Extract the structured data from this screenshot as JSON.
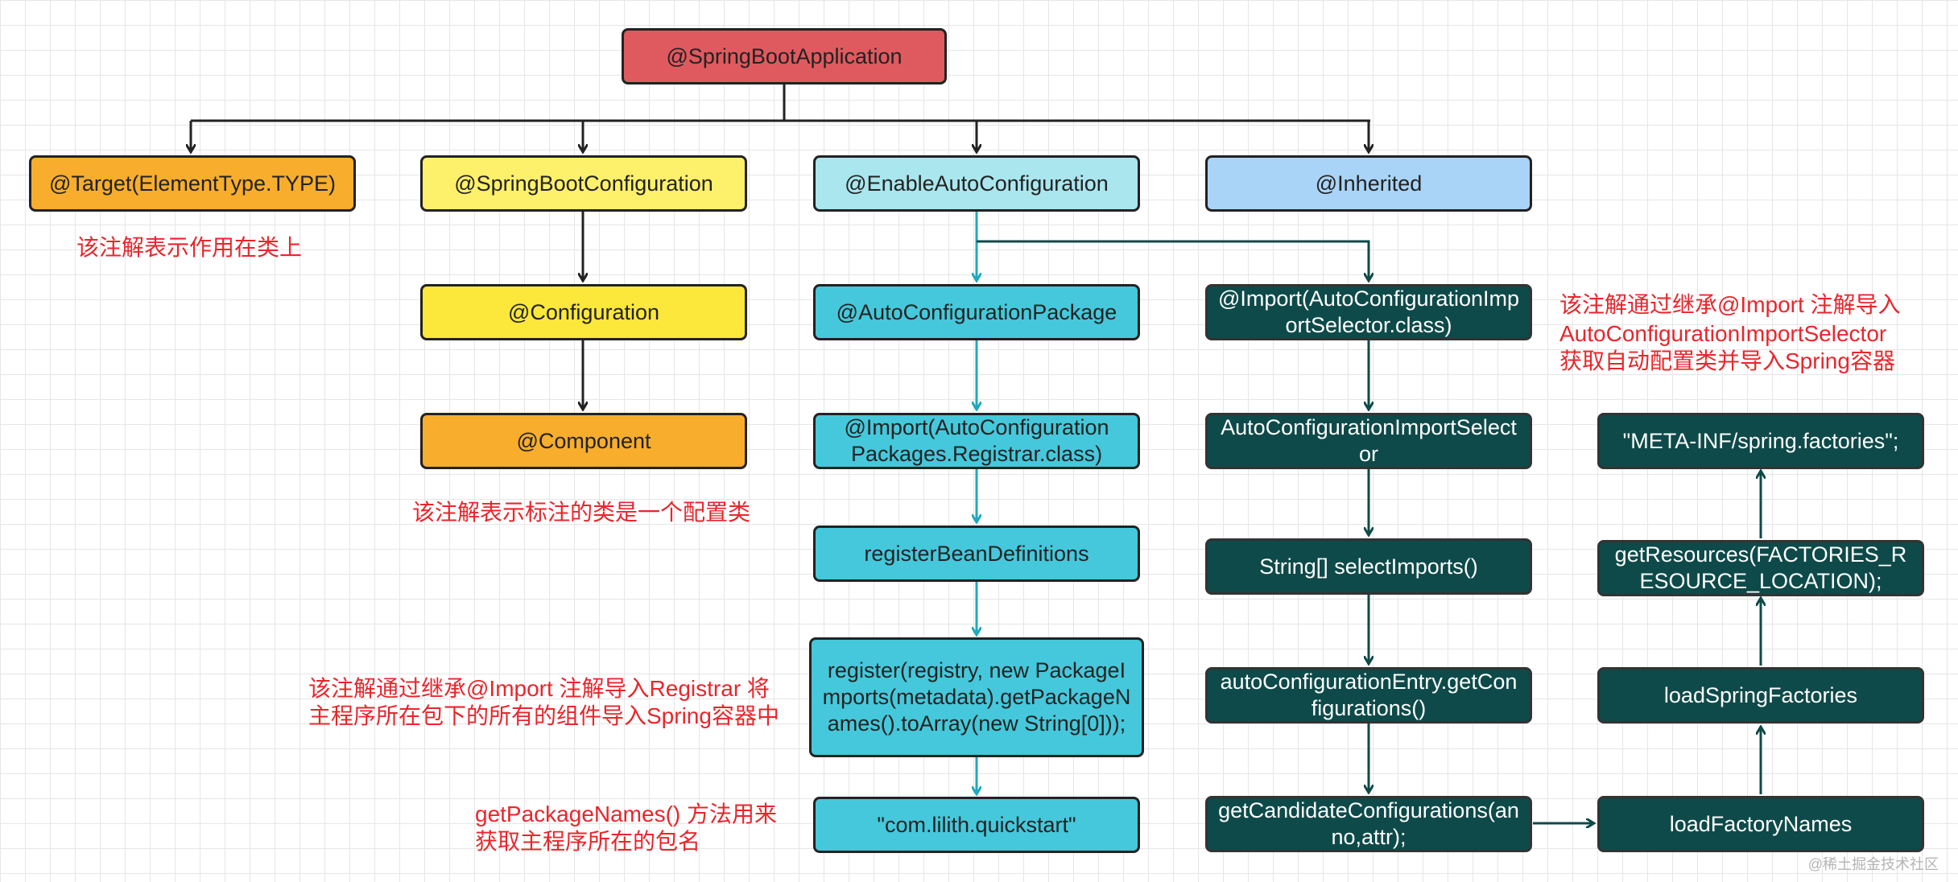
{
  "nodes": {
    "springboot_application": "@SpringBootApplication",
    "target": "@Target(ElementType.TYPE)",
    "springboot_configuration": "@SpringBootConfiguration",
    "enable_auto_configuration": "@EnableAutoConfiguration",
    "inherited": "@Inherited",
    "configuration": "@Configuration",
    "component": "@Component",
    "auto_configuration_package": "@AutoConfigurationPackage",
    "import_registrar": "@Import(AutoConfiguration Packages.Registrar.class)",
    "register_bean_definitions": "registerBeanDefinitions",
    "register_call": "register(registry, new PackageImports(metadata).getPackageNames().toArray(new String[0]));",
    "package_name": "\"com.lilith.quickstart\"",
    "import_selector": "@Import(AutoConfigurationImportSelector.class)",
    "import_selector_class": "AutoConfigurationImportSelector",
    "select_imports": "String[] selectImports()",
    "get_configurations": "autoConfigurationEntry.getConfigurations()",
    "get_candidate_configurations": "getCandidateConfigurations(anno,attr);",
    "load_factory_names": "loadFactoryNames",
    "load_spring_factories": "loadSpringFactories",
    "get_resources": "getResources(FACTORIES_RESOURCE_LOCATION);",
    "meta_inf": "\"META-INF/spring.factories\";"
  },
  "notes": {
    "target_note": "该注解表示作用在类上",
    "component_note": "该注解表示标注的类是一个配置类",
    "registrar_note_line1": "该注解通过继承@Import 注解导入Registrar 将",
    "registrar_note_line2": "主程序所在包下的所有的组件导入Spring容器中",
    "package_note_line1": "getPackageNames() 方法用来",
    "package_note_line2": "获取主程序所在的包名",
    "selector_note_line1": "该注解通过继承@Import 注解导入",
    "selector_note_line2": "AutoConfigurationImportSelector",
    "selector_note_line3": "获取自动配置类并导入Spring容器"
  },
  "watermark": "@稀土掘金技术社区",
  "colors": {
    "red": "#df5a5f",
    "orange": "#f8ad2d",
    "yellow": "#fdf06b",
    "light_cyan": "#a9e6ee",
    "cyan": "#45c8db",
    "light_blue": "#a9d4f7",
    "dark_teal": "#0e4a49",
    "annotation_red": "#e8262c"
  }
}
